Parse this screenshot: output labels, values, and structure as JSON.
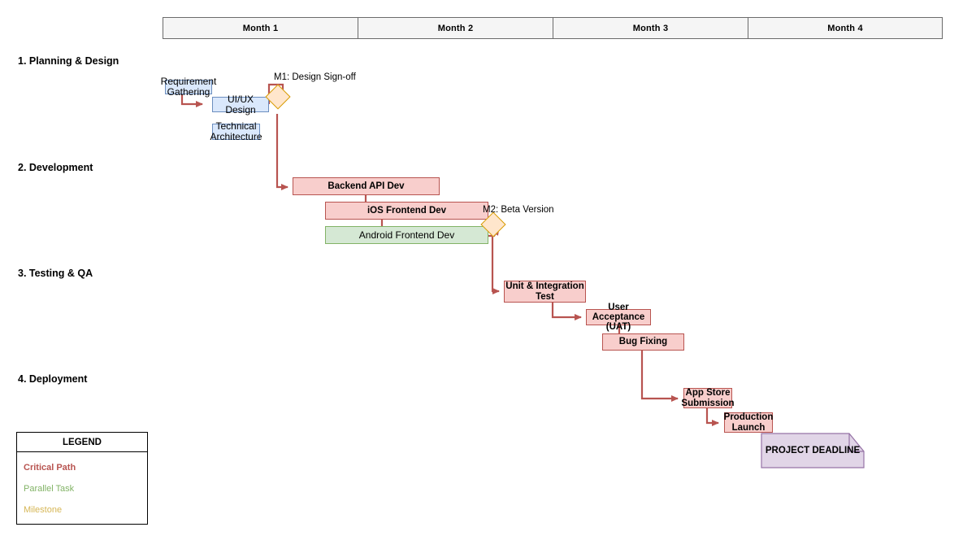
{
  "colors": {
    "critical": "#b85450",
    "critical_fill": "#f8cecc",
    "parallel": "#82b366",
    "parallel_fill": "#d5e8d4",
    "milestone": "#d6b656",
    "milestone_fill": "#ffe6cc",
    "plan": "#6c8ebf",
    "plan_fill": "#dae8fc",
    "deadline": "#9673a6",
    "deadline_fill": "#e1d5e7",
    "connector": "#b85450"
  },
  "timeline": {
    "months": [
      {
        "label": "Month 1"
      },
      {
        "label": "Month 2"
      },
      {
        "label": "Month 3"
      },
      {
        "label": "Month 4"
      }
    ]
  },
  "phases": [
    {
      "label": "1. Planning & Design"
    },
    {
      "label": "2. Development"
    },
    {
      "label": "3. Testing & QA"
    },
    {
      "label": "4. Deployment"
    }
  ],
  "tasks": [
    {
      "label": "Requirement Gathering",
      "type": "plan"
    },
    {
      "label": "UI/UX Design",
      "type": "plan"
    },
    {
      "label": "Technical Architecture",
      "type": "plan"
    },
    {
      "label": "Backend API Dev",
      "type": "critical"
    },
    {
      "label": "iOS Frontend Dev",
      "type": "critical"
    },
    {
      "label": "Android Frontend Dev",
      "type": "parallel"
    },
    {
      "label": "Unit & Integration Test",
      "type": "critical"
    },
    {
      "label": "User Acceptance (UAT)",
      "type": "critical"
    },
    {
      "label": "Bug Fixing",
      "type": "critical"
    },
    {
      "label": "App Store Submission",
      "type": "critical"
    },
    {
      "label": "Production Launch",
      "type": "critical"
    }
  ],
  "milestones": [
    {
      "label": "M1: Design Sign-off"
    },
    {
      "label": "M2: Beta Version"
    }
  ],
  "deadline": {
    "label": "PROJECT DEADLINE"
  },
  "legend": {
    "title": "LEGEND",
    "items": [
      {
        "label": "Critical Path"
      },
      {
        "label": "Parallel Task"
      },
      {
        "label": "Milestone"
      }
    ]
  }
}
